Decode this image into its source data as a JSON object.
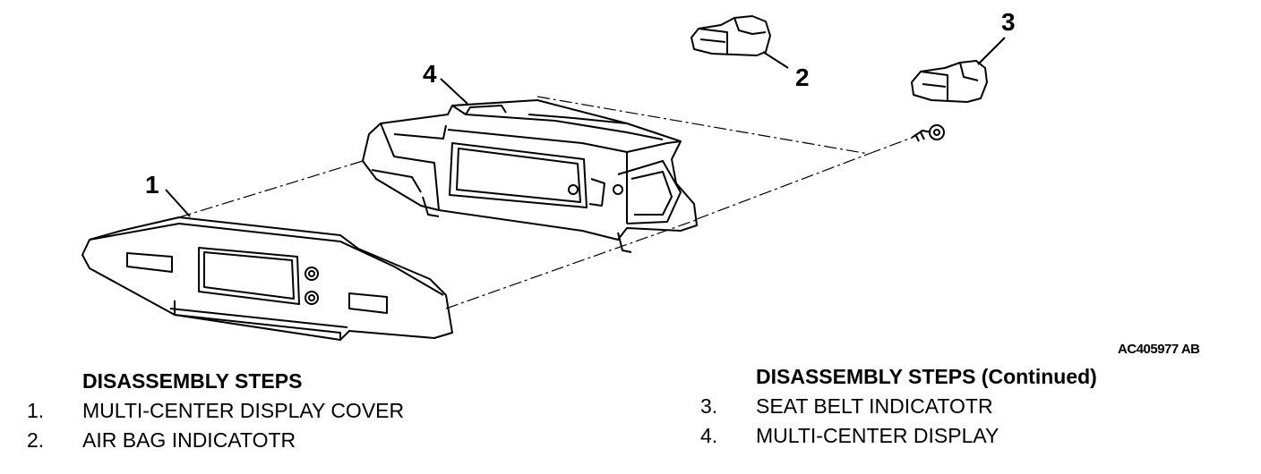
{
  "diagram": {
    "callouts": [
      "1",
      "2",
      "3",
      "4"
    ],
    "reference_code": "AC405977 AB"
  },
  "steps_left": {
    "heading": "DISASSEMBLY STEPS",
    "items": [
      {
        "num": "1.",
        "text": "MULTI-CENTER DISPLAY COVER"
      },
      {
        "num": "2.",
        "text": "AIR BAG INDICATOTR"
      }
    ]
  },
  "steps_right": {
    "heading": "DISASSEMBLY STEPS (Continued)",
    "items": [
      {
        "num": "3.",
        "text": "SEAT BELT INDICATOTR"
      },
      {
        "num": "4.",
        "text": "MULTI-CENTER DISPLAY"
      }
    ]
  }
}
